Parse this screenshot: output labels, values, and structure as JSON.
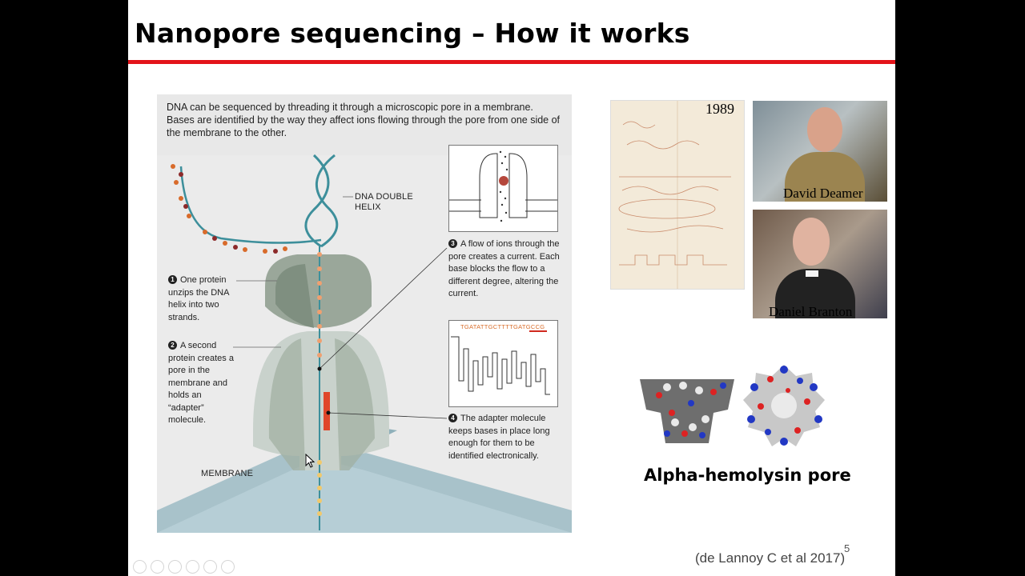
{
  "slide": {
    "title": "Nanopore sequencing – How it works",
    "page_number": "5",
    "citation": "(de Lannoy C et al 2017)"
  },
  "figure": {
    "intro": "DNA can be sequenced by threading it through a microscopic pore in a membrane. Bases are identified by the way they affect ions flowing through the pore from one side of the membrane to the other.",
    "label_helix": [
      "DNA DOUBLE",
      "HELIX"
    ],
    "label_membrane": "MEMBRANE",
    "steps": [
      {
        "num": "1",
        "text": "One protein unzips the DNA helix into two strands."
      },
      {
        "num": "2",
        "text": "A second protein creates a pore in the membrane and holds an “adapter” molecule."
      },
      {
        "num": "3",
        "text": "A flow of ions through the pore creates a current. Each base blocks the flow to a different degree, altering the current."
      },
      {
        "num": "4",
        "text": "The adapter molecule keeps bases in place long enough for them to be identified electronically."
      }
    ],
    "sequence": "TGATATTGCTTTTGATGCCG"
  },
  "photos": {
    "notebook_year": "1989",
    "person1": "David Deamer",
    "person2": "Daniel Branton"
  },
  "pore_caption": "Alpha-hemolysin pore",
  "icons": [
    "nav-prev-icon",
    "nav-next-icon",
    "pen-icon",
    "slides-icon",
    "zoom-icon",
    "more-icon"
  ]
}
